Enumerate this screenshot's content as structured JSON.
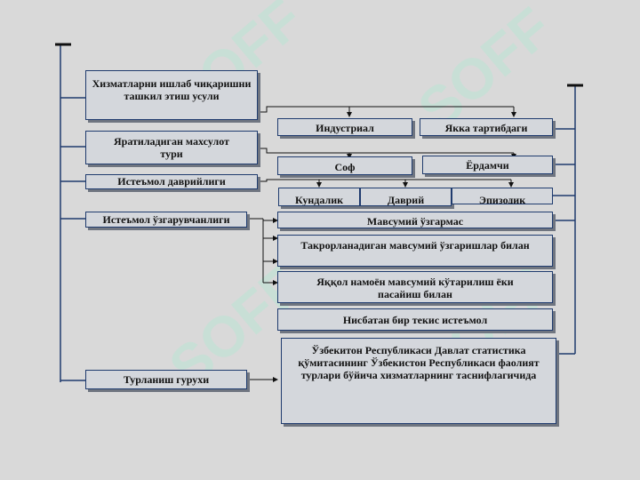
{
  "left": {
    "service_method": "Хизматларни ишлаб чиқаришни ташкил этиш усули",
    "product_type": "Яратиладиган махсулот тури",
    "consumption_period": "Истеъмол даврийлиги",
    "consumption_variability": "Истеъмол ўзгарувчанлиги",
    "group": "Турланиш гурухи"
  },
  "right": {
    "industrial": "Индустриал",
    "individual": "Якка тартибдаги",
    "sof": "Соф",
    "auxiliary": "Ёрдамчи",
    "daily": "Кундалик",
    "periodic": "Даврий",
    "episodic": "Эпизодик",
    "seasonal": "Мавсумий ўзгармас",
    "repeated": "Такрорланадиган мавсумий ўзгаришлар билан",
    "obvious": "Яққол намоён мавсумий кўтарилиш ёки пасайиш билан",
    "uniform": "Нисбатан бир текис истеъмол",
    "classification": "Ўзбекитон Республикаси Давлат статистика қўмитасининг Ўзбекистон Республикаси фаолият турлари бўйича хизматларнинг таснифлагичида"
  },
  "watermark": "SOFF"
}
